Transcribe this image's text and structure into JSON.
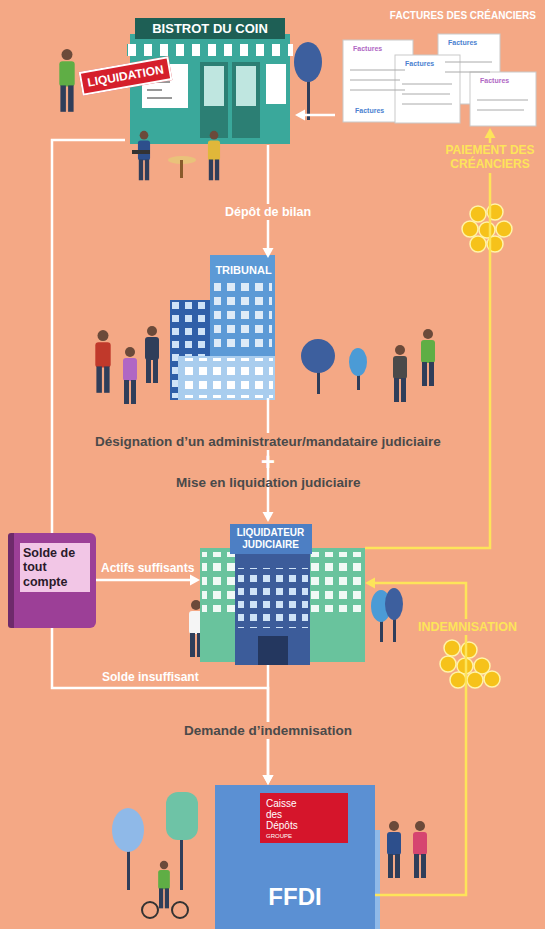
{
  "diagram": {
    "nodes": [
      {
        "text": [
          "BISTROT DU COIN"
        ]
      },
      {
        "text": [
          "FACTURES DES CRÉANCIERS"
        ]
      },
      {
        "text": [
          "TRIBUNAL"
        ]
      },
      {
        "text": [
          "LIQUIDATEUR JUDICIAIRE"
        ]
      },
      {
        "text": [
          "Solde de tout compte"
        ]
      },
      {
        "text": [
          "FFDI"
        ]
      },
      {
        "text": [
          "Caisse des Dépôts",
          "GROUPE"
        ],
        "in": 5
      }
    ],
    "edges": [
      {
        "from": 0,
        "to": 2,
        "label": "Dépôt de bilan",
        "arrow": "to"
      },
      {
        "from": 2,
        "to": 3,
        "label": "Désignation d’un administrateur/mandataire judiciaire",
        "arrow": "to"
      },
      {
        "from": 3,
        "to": 1,
        "label": "PAIEMENT DES CRÉANCIERS",
        "arrow": "to"
      },
      {
        "from": 1,
        "to": 0,
        "arrow": "to"
      },
      {
        "from": 0,
        "to": 4,
        "arrow": "none"
      },
      {
        "from": 4,
        "to": 3,
        "label": "Actifs suffisants",
        "arrow": "to"
      },
      {
        "from": 4,
        "to": 5,
        "label": "Solde insuffisant",
        "arrow": "to"
      },
      {
        "from": 3,
        "to": 5,
        "label": "Demande d’indemnisation",
        "arrow": "to"
      },
      {
        "from": 5,
        "to": 3,
        "label": "INDEMNISATION",
        "arrow": "to"
      }
    ],
    "labels": [
      "LIQUIDATION",
      "+",
      "Mise en liquidation judiciaire",
      "Factures",
      "Factures",
      "Factures",
      "Factures",
      "Factures"
    ]
  }
}
